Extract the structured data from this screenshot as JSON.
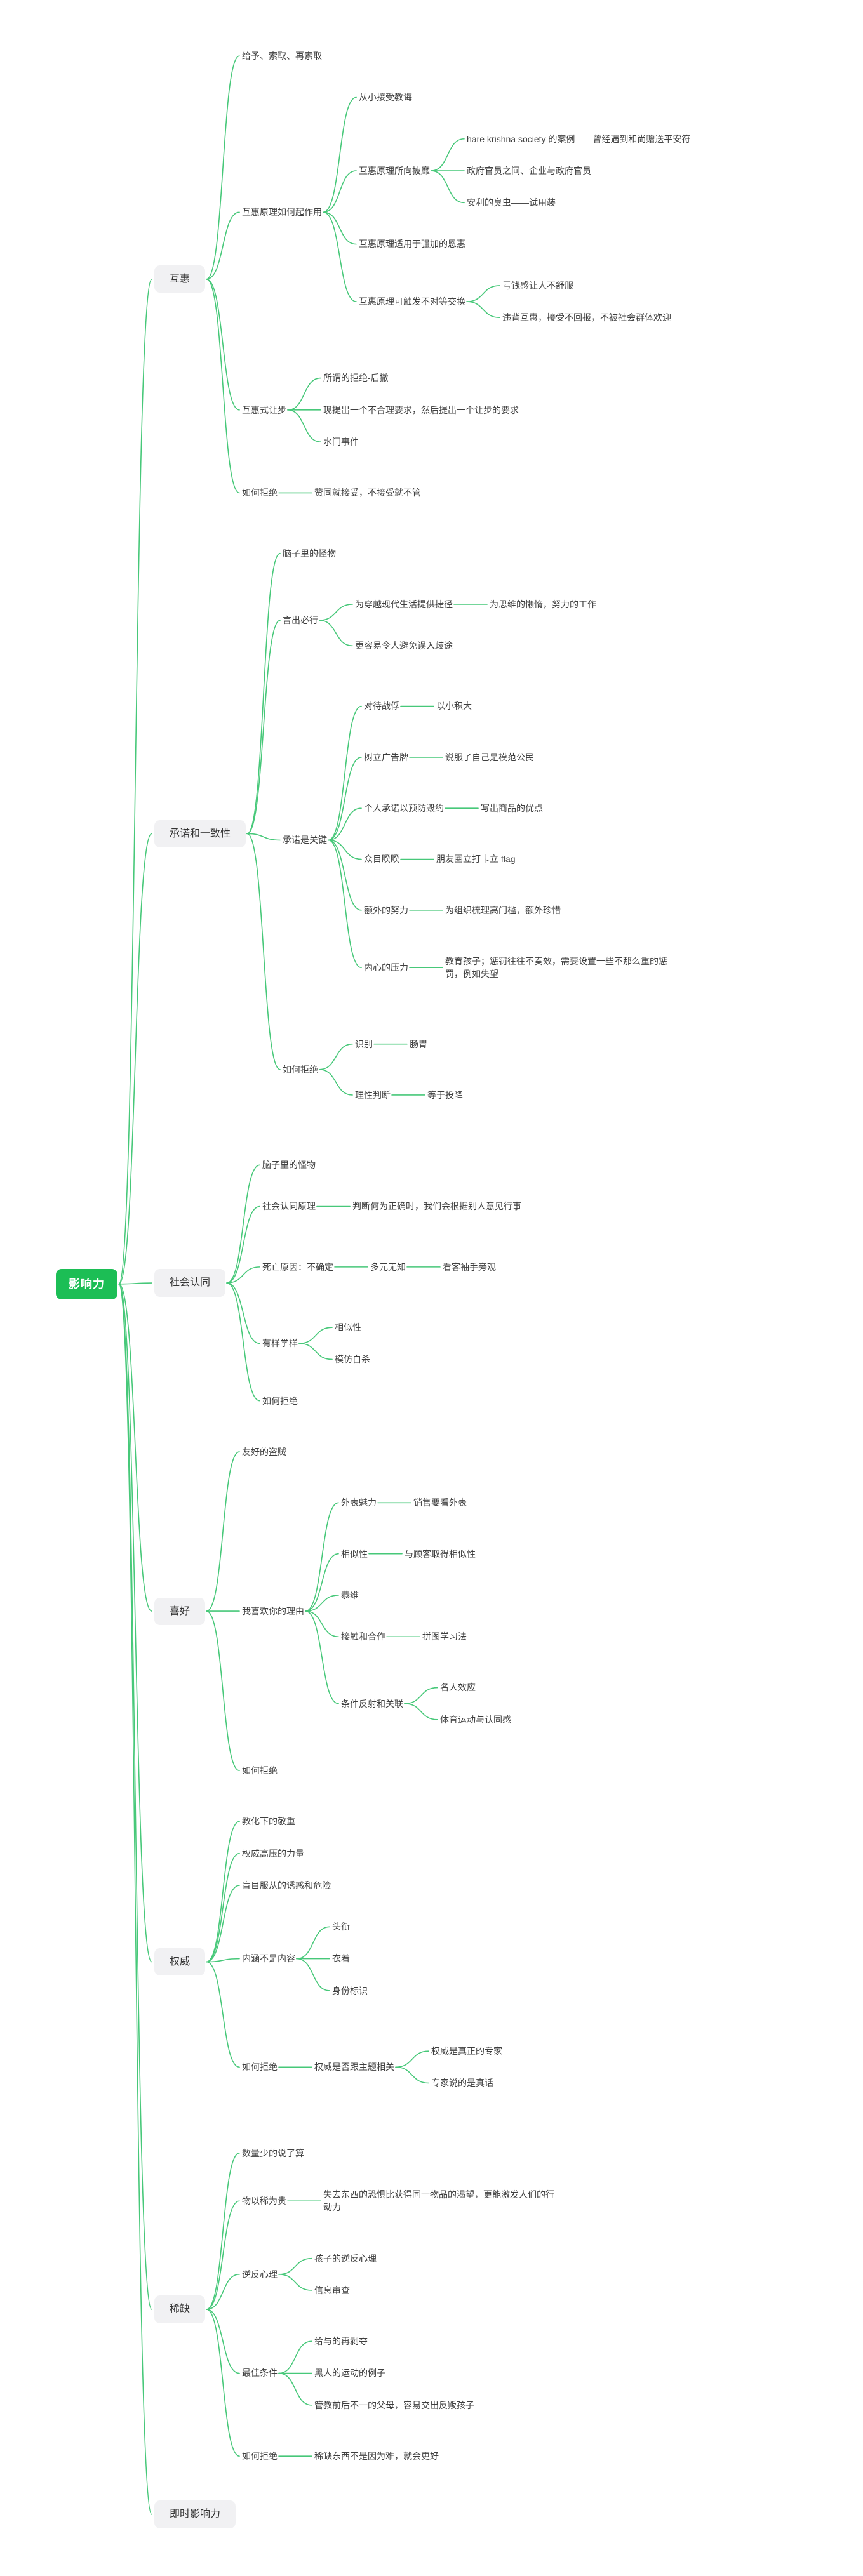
{
  "colors": {
    "root_bg": "#1cbe55",
    "root_text": "#ffffff",
    "branch_bg": "#f1f1f3",
    "link": "#47c879",
    "text": "#3f3f3f"
  },
  "tree": {
    "label": "影响力",
    "children": [
      {
        "label": "互惠",
        "box": true,
        "children": [
          {
            "label": "给予、索取、再索取"
          },
          {
            "label": "互惠原理如何起作用",
            "children": [
              {
                "label": "从小接受教诲"
              },
              {
                "label": "互惠原理所向披靡",
                "children": [
                  {
                    "label": "hare krishna society 的案例——曾经遇到和尚赠送平安符"
                  },
                  {
                    "label": "政府官员之间、企业与政府官员"
                  },
                  {
                    "label": "安利的臭虫——试用装"
                  }
                ]
              },
              {
                "label": "互惠原理适用于强加的恩惠"
              },
              {
                "label": "互惠原理可触发不对等交换",
                "children": [
                  {
                    "label": "亏钱感让人不舒服"
                  },
                  {
                    "label": "违背互惠，接受不回报，不被社会群体欢迎"
                  }
                ]
              }
            ]
          },
          {
            "label": "互惠式让步",
            "children": [
              {
                "label": "所谓的拒绝-后撤"
              },
              {
                "label": "现提出一个不合理要求，然后提出一个让步的要求"
              },
              {
                "label": "水门事件"
              }
            ]
          },
          {
            "label": "如何拒绝",
            "children": [
              {
                "label": "赞同就接受，不接受就不管"
              }
            ]
          }
        ]
      },
      {
        "label": "承诺和一致性",
        "box": true,
        "children": [
          {
            "label": "脑子里的怪物"
          },
          {
            "label": "言出必行",
            "children": [
              {
                "label": "为穿越现代生活提供捷径",
                "children": [
                  {
                    "label": "为思维的懒惰，努力的工作"
                  }
                ]
              },
              {
                "label": "更容易令人避免误入歧途"
              }
            ]
          },
          {
            "label": "承诺是关键",
            "children": [
              {
                "label": "对待战俘",
                "children": [
                  {
                    "label": "以小积大"
                  }
                ]
              },
              {
                "label": "树立广告牌",
                "children": [
                  {
                    "label": "说服了自己是模范公民"
                  }
                ]
              },
              {
                "label": "个人承诺以预防毁约",
                "children": [
                  {
                    "label": "写出商品的优点"
                  }
                ]
              },
              {
                "label": "众目睽睽",
                "children": [
                  {
                    "label": "朋友圈立打卡立 flag"
                  }
                ]
              },
              {
                "label": "额外的努力",
                "children": [
                  {
                    "label": "为组织梳理高门槛，额外珍惜"
                  }
                ]
              },
              {
                "label": "内心的压力",
                "children": [
                  {
                    "label": "教育孩子；惩罚往往不奏效，需要设置一些不那么重的惩罚，例如失望",
                    "wrap": true
                  }
                ]
              }
            ]
          },
          {
            "label": "如何拒绝",
            "children": [
              {
                "label": "识别",
                "children": [
                  {
                    "label": "肠胃"
                  }
                ]
              },
              {
                "label": "理性判断",
                "children": [
                  {
                    "label": "等于投降"
                  }
                ]
              }
            ]
          }
        ]
      },
      {
        "label": "社会认同",
        "box": true,
        "children": [
          {
            "label": "脑子里的怪物"
          },
          {
            "label": "社会认同原理",
            "children": [
              {
                "label": "判断何为正确时，我们会根据别人意见行事"
              }
            ]
          },
          {
            "label": "死亡原因：不确定",
            "children": [
              {
                "label": "多元无知",
                "children": [
                  {
                    "label": "看客袖手旁观"
                  }
                ]
              }
            ]
          },
          {
            "label": "有样学样",
            "children": [
              {
                "label": "相似性"
              },
              {
                "label": "模仿自杀"
              }
            ]
          },
          {
            "label": "如何拒绝"
          }
        ]
      },
      {
        "label": "喜好",
        "box": true,
        "children": [
          {
            "label": "友好的盗贼"
          },
          {
            "label": "我喜欢你的理由",
            "children": [
              {
                "label": "外表魅力",
                "children": [
                  {
                    "label": "销售要看外表"
                  }
                ]
              },
              {
                "label": "相似性",
                "children": [
                  {
                    "label": "与顾客取得相似性"
                  }
                ]
              },
              {
                "label": "恭维"
              },
              {
                "label": "接触和合作",
                "children": [
                  {
                    "label": "拼图学习法"
                  }
                ]
              },
              {
                "label": "条件反射和关联",
                "children": [
                  {
                    "label": "名人效应"
                  },
                  {
                    "label": "体育运动与认同感"
                  }
                ]
              }
            ]
          },
          {
            "label": "如何拒绝"
          }
        ]
      },
      {
        "label": "权威",
        "box": true,
        "children": [
          {
            "label": "教化下的敬重"
          },
          {
            "label": "权威高压的力量"
          },
          {
            "label": "盲目服从的诱惑和危险"
          },
          {
            "label": "内涵不是内容",
            "children": [
              {
                "label": "头衔"
              },
              {
                "label": "衣着"
              },
              {
                "label": "身份标识"
              }
            ]
          },
          {
            "label": "如何拒绝",
            "children": [
              {
                "label": "权威是否跟主题相关",
                "children": [
                  {
                    "label": "权威是真正的专家"
                  },
                  {
                    "label": "专家说的是真话"
                  }
                ]
              }
            ]
          }
        ]
      },
      {
        "label": "稀缺",
        "box": true,
        "children": [
          {
            "label": "数量少的说了算"
          },
          {
            "label": "物以稀为贵",
            "children": [
              {
                "label": "失去东西的恐惧比获得同一物品的渴望，更能激发人们的行动力",
                "wrap": true
              }
            ]
          },
          {
            "label": "逆反心理",
            "children": [
              {
                "label": "孩子的逆反心理"
              },
              {
                "label": "信息审查"
              }
            ]
          },
          {
            "label": "最佳条件",
            "children": [
              {
                "label": "给与的再剥夺"
              },
              {
                "label": "黑人的运动的例子"
              },
              {
                "label": "管教前后不一的父母，容易交出反叛孩子"
              }
            ]
          },
          {
            "label": "如何拒绝",
            "children": [
              {
                "label": "稀缺东西不是因为难，就会更好"
              }
            ]
          }
        ]
      },
      {
        "label": "即时影响力",
        "box": true
      }
    ]
  }
}
